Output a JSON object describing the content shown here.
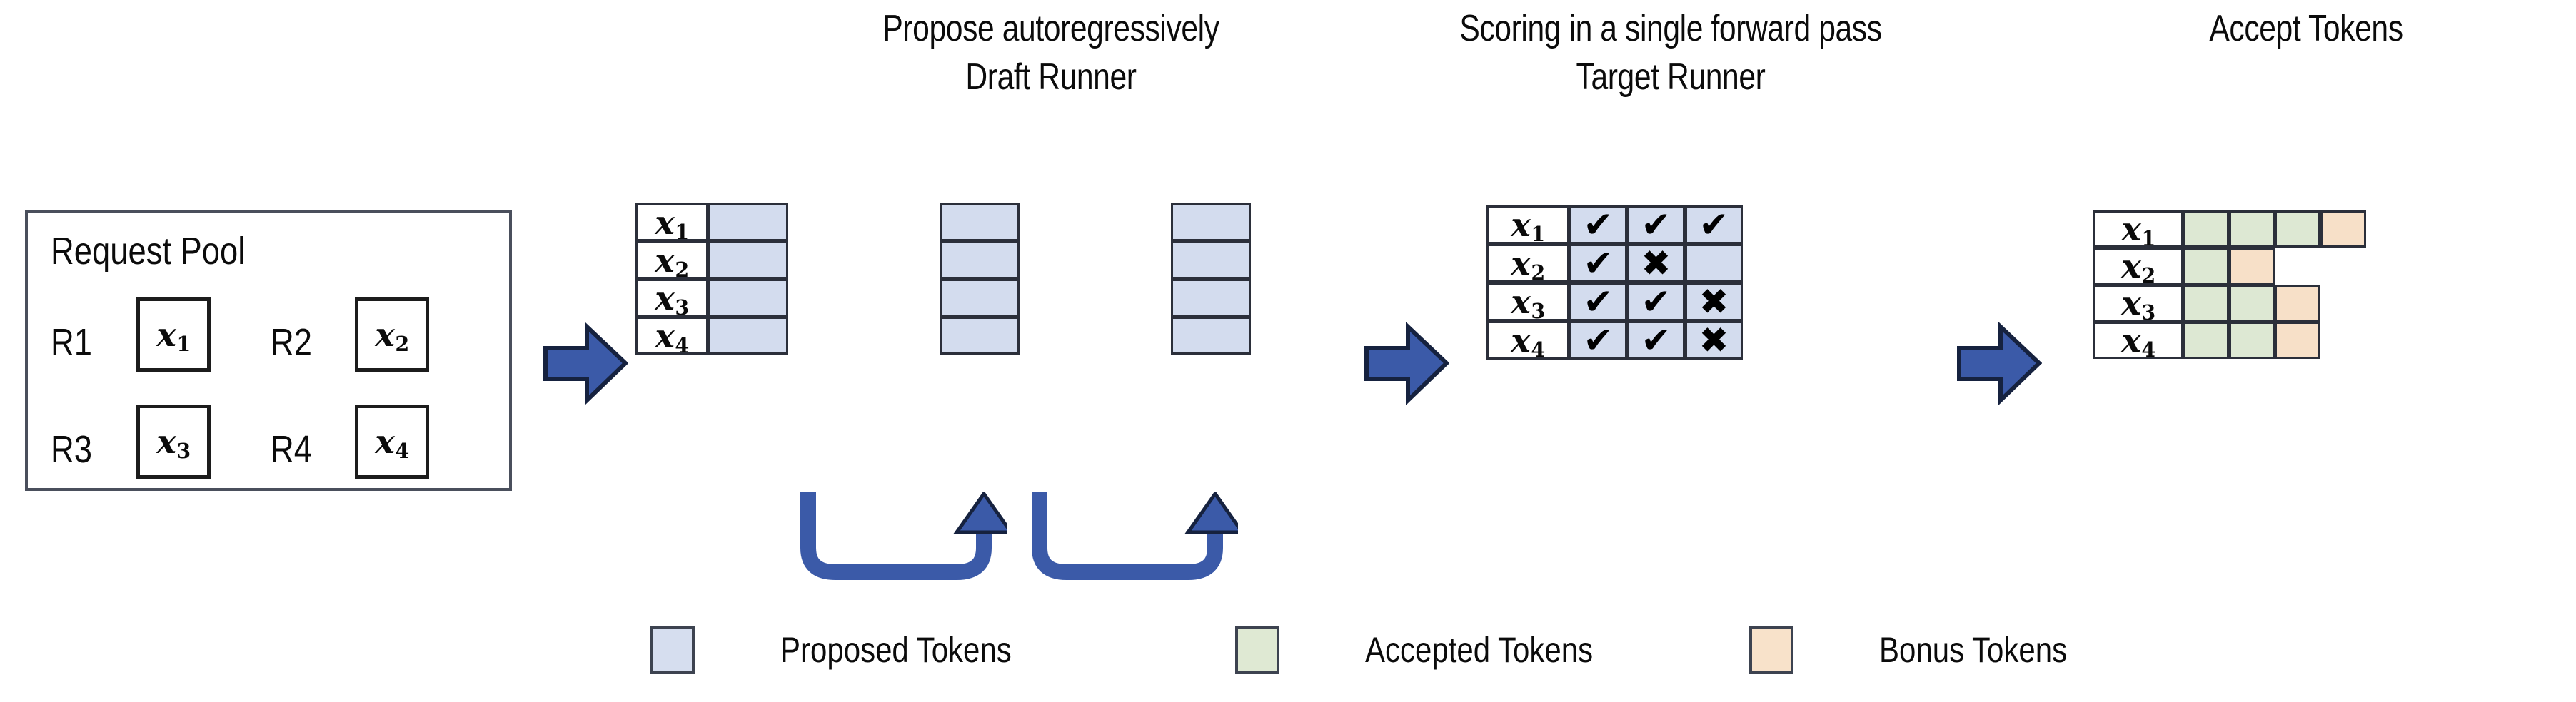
{
  "headings": {
    "propose": "Propose autoregressively",
    "draft_runner": "Draft Runner",
    "scoring": "Scoring in a single forward pass",
    "target_runner": "Target Runner",
    "accept": "Accept Tokens"
  },
  "request_pool": {
    "title": "Request Pool",
    "requests": [
      {
        "name": "R1",
        "token": "x",
        "sub": "1"
      },
      {
        "name": "R2",
        "token": "x",
        "sub": "2"
      },
      {
        "name": "R3",
        "token": "x",
        "sub": "3"
      },
      {
        "name": "R4",
        "token": "x",
        "sub": "4"
      }
    ]
  },
  "rows": [
    {
      "token": "x",
      "sub": "1"
    },
    {
      "token": "x",
      "sub": "2"
    },
    {
      "token": "x",
      "sub": "3"
    },
    {
      "token": "x",
      "sub": "4"
    }
  ],
  "draft_runner": {
    "steps": 3,
    "columns": [
      {
        "step": 1,
        "cells": [
          "proposed",
          "proposed",
          "proposed",
          "proposed"
        ]
      },
      {
        "step": 2,
        "cells": [
          "proposed",
          "proposed",
          "proposed",
          "proposed"
        ]
      },
      {
        "step": 3,
        "cells": [
          "proposed",
          "proposed",
          "proposed",
          "proposed"
        ]
      }
    ]
  },
  "target_runner": {
    "marks": [
      [
        "check",
        "check",
        "check"
      ],
      [
        "check",
        "cross",
        "none"
      ],
      [
        "check",
        "check",
        "cross"
      ],
      [
        "check",
        "check",
        "cross"
      ]
    ]
  },
  "accept_tokens": {
    "grid": [
      [
        "accepted",
        "accepted",
        "accepted",
        "bonus"
      ],
      [
        "accepted",
        "bonus"
      ],
      [
        "accepted",
        "accepted",
        "bonus"
      ],
      [
        "accepted",
        "accepted",
        "bonus"
      ]
    ]
  },
  "legend": [
    {
      "kind": "proposed",
      "label": "Proposed Tokens"
    },
    {
      "kind": "accepted",
      "label": "Accepted Tokens"
    },
    {
      "kind": "bonus",
      "label": "Bonus Tokens"
    }
  ],
  "colors": {
    "proposed": "#d3dcee",
    "accepted": "#dde8d3",
    "bonus": "#f7e0c8",
    "arrow_fill": "#3b5aa8",
    "arrow_stroke": "#16223f",
    "border": "#2b2f3a"
  }
}
